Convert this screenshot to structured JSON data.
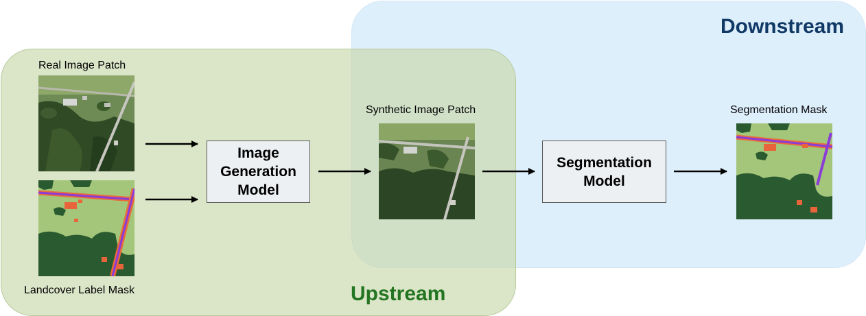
{
  "regions": {
    "downstream": "Downstream",
    "upstream": "Upstream"
  },
  "captions": {
    "real_image": "Real Image Patch",
    "label_mask": "Landcover Label Mask",
    "synthetic_image": "Synthetic Image Patch",
    "segmentation_mask": "Segmentation Mask"
  },
  "boxes": {
    "image_generation": "Image Generation Model",
    "segmentation": "Segmentation Model"
  },
  "colors": {
    "downstream_bg": "#dbeefc",
    "upstream_bg": "#c7d7aa",
    "downstream_title": "#103966",
    "upstream_title": "#237521",
    "forest": "#2a5a2f",
    "field": "#a4c67a",
    "road": "#8a3bd8",
    "building": "#e8643a"
  }
}
